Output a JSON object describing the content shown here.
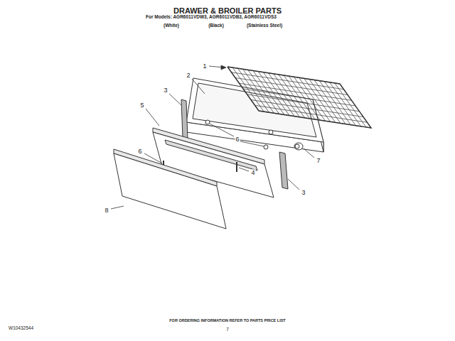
{
  "diagram": {
    "title": "DRAWER & BROILER PARTS",
    "labels": [
      "For Models: AGR6011VDW3, AGR6011VDB3, AGR6011VDS3",
      "(White)",
      "(Black)",
      "(Stainless Steel)",
      "1",
      "2",
      "3",
      "5",
      "6",
      "6",
      "4",
      "3",
      "7",
      "8",
      "W10432544",
      "FOR ORDERING INFORMATION REFER TO PARTS PRICE LIST",
      "7"
    ]
  }
}
